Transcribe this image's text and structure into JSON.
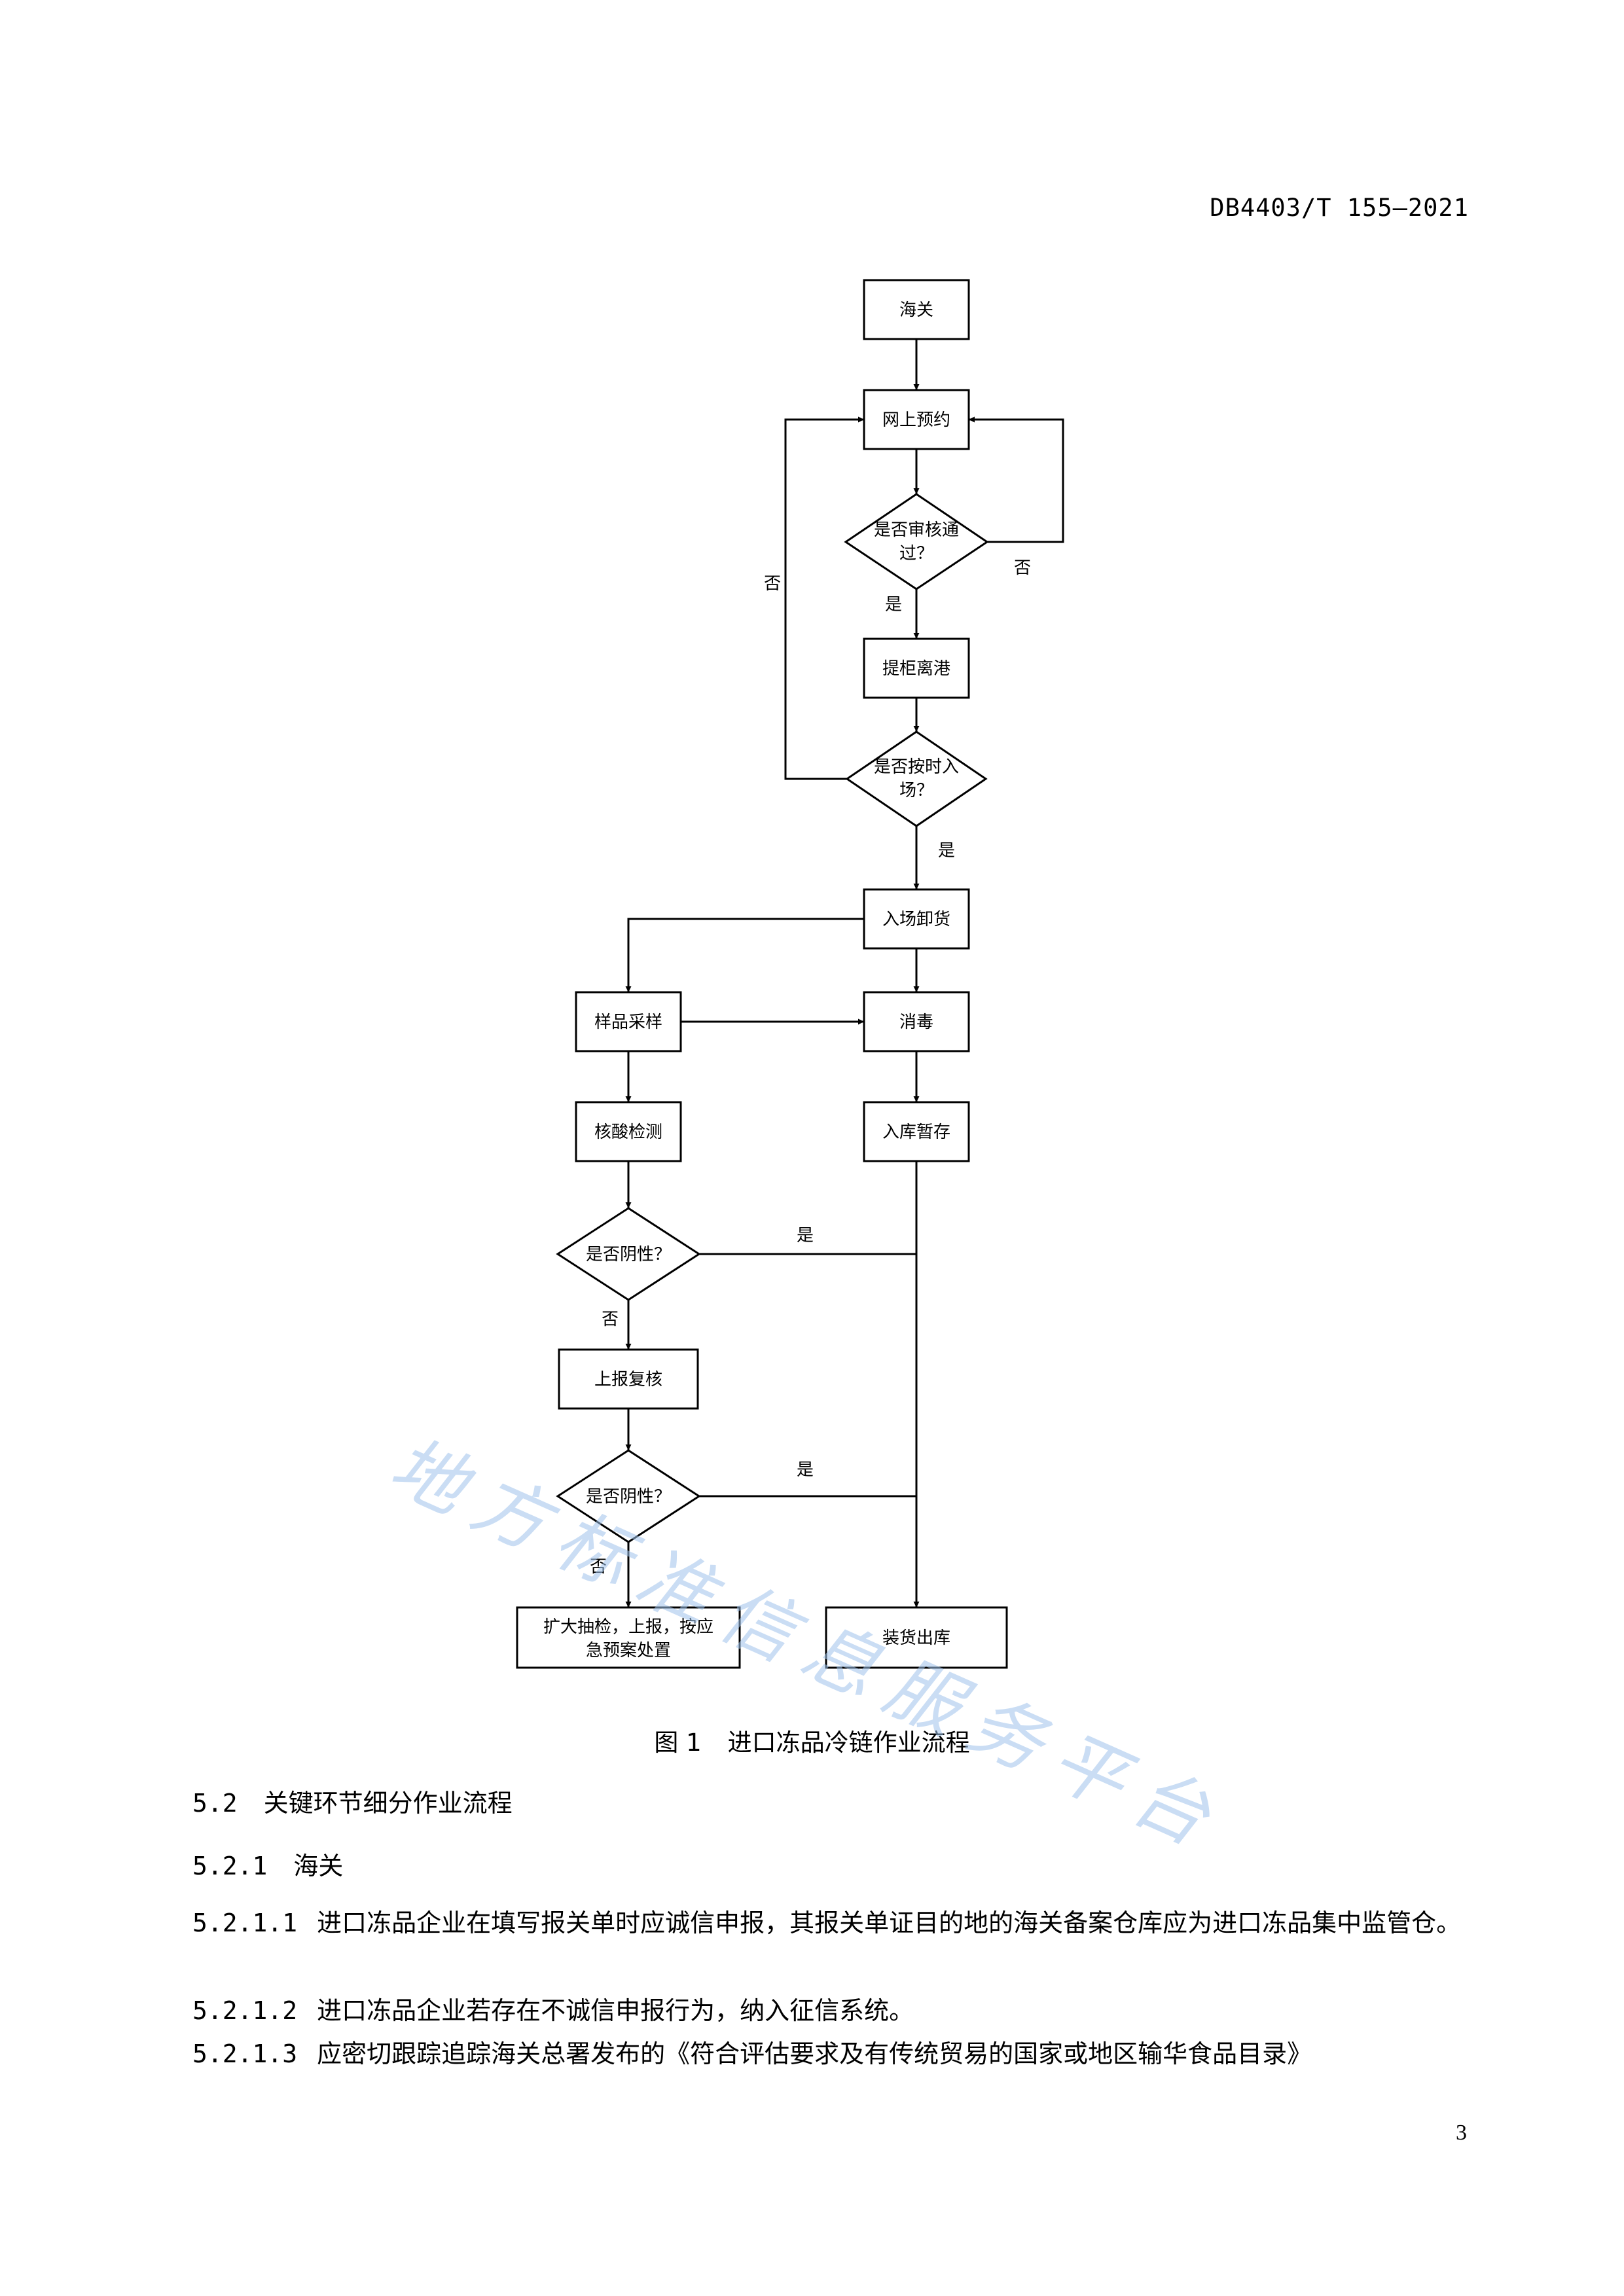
{
  "header": {
    "doc_code": "DB4403/T 155—2021"
  },
  "flowchart": {
    "nodes": {
      "customs": "海关",
      "online_booking": "网上预约",
      "review_passed": "是否审核通过？",
      "container_pickup": "提柜离港",
      "on_time_entry": "是否按时入场？",
      "unloading": "入场卸货",
      "sampling": "样品采样",
      "disinfection": "消毒",
      "storage": "入库暂存",
      "nucleic_test": "核酸检测",
      "negative_1": "是否阴性？",
      "report_recheck": "上报复核",
      "negative_2": "是否阴性？",
      "expand_check": "扩大抽检，上报，按应急预案处置",
      "loading_out": "装货出库"
    },
    "edge_labels": {
      "yes": "是",
      "no": "否"
    }
  },
  "figure": {
    "number": "图 1",
    "caption": "进口冻品冷链作业流程"
  },
  "sections": [
    {
      "number": "5.2",
      "title": "关键环节细分作业流程"
    },
    {
      "number": "5.2.1",
      "title": "海关"
    }
  ],
  "clauses": [
    {
      "number": "5.2.1.1",
      "text": "进口冻品企业在填写报关单时应诚信申报，其报关单证目的地的海关备案仓库应为进口冻品集中监管仓。"
    },
    {
      "number": "5.2.1.2",
      "text": "进口冻品企业若存在不诚信申报行为，纳入征信系统。"
    },
    {
      "number": "5.2.1.3",
      "text": "应密切跟踪追踪海关总署发布的《符合评估要求及有传统贸易的国家或地区输华食品目录》"
    }
  ],
  "page_number": "3",
  "watermark": "地方标准信息服务平台"
}
